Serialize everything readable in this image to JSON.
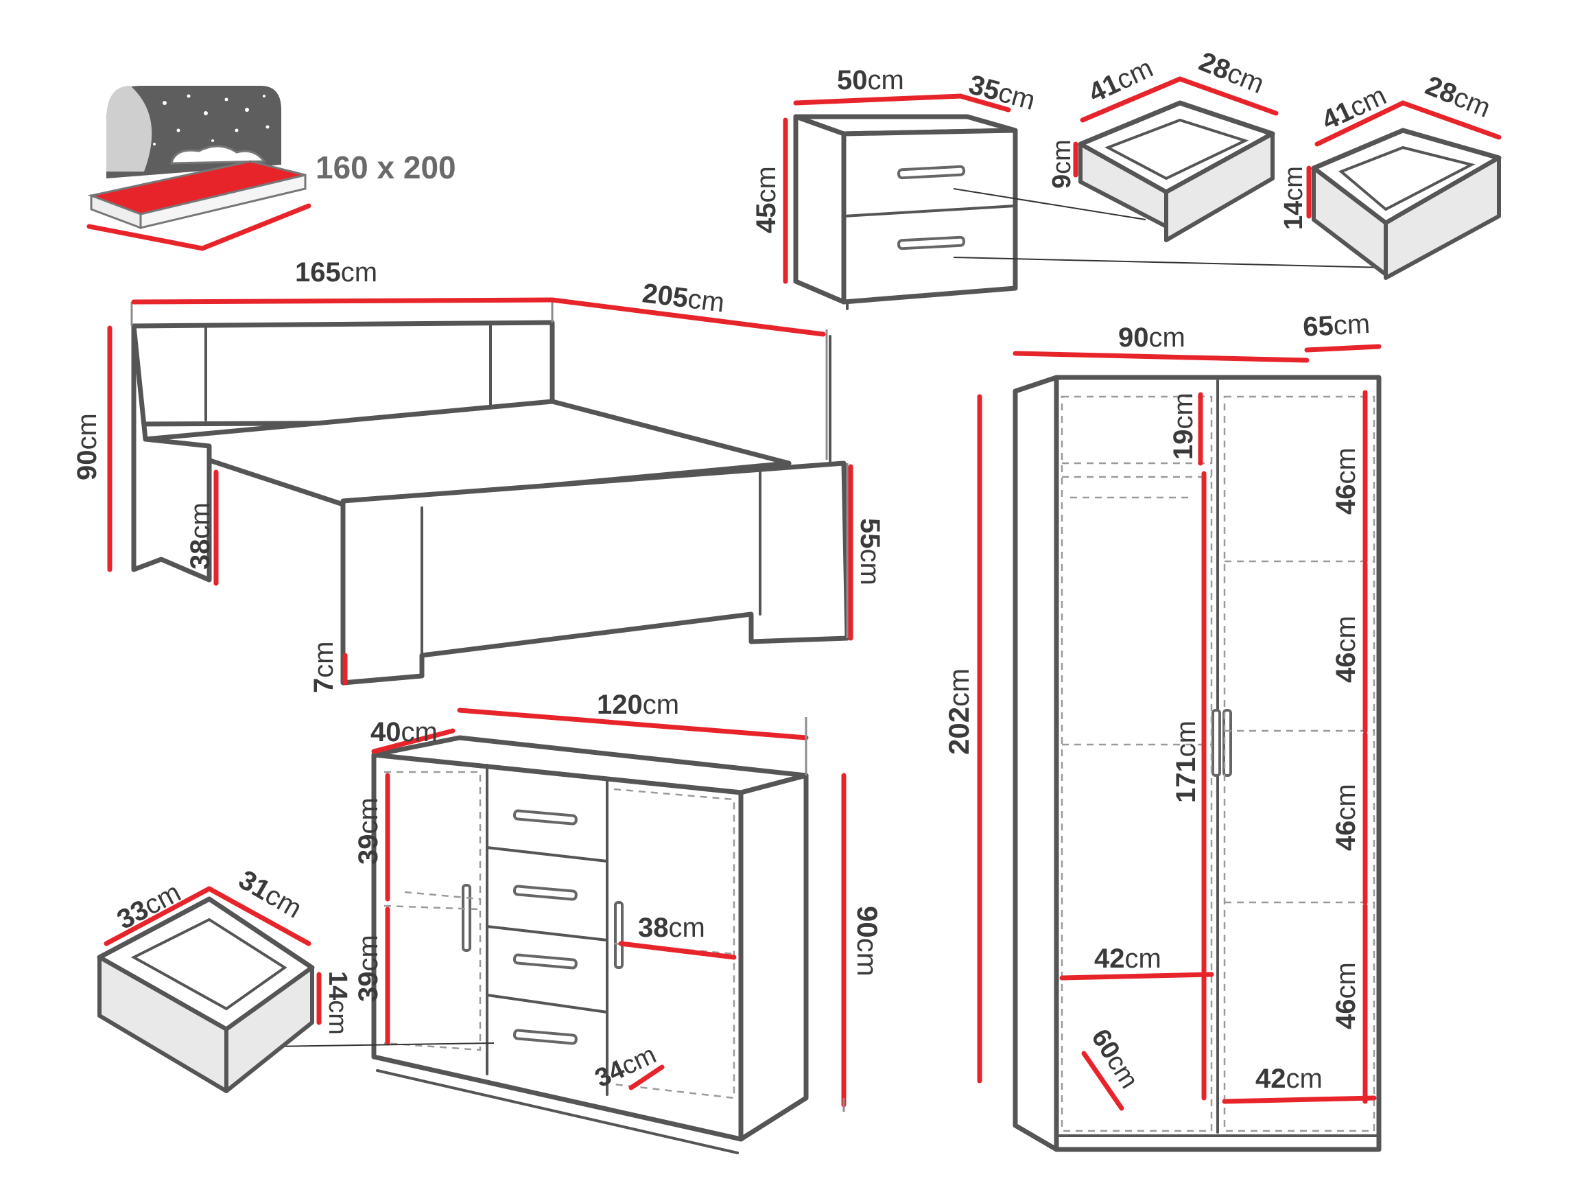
{
  "mattress": {
    "size_label": "160 x 200"
  },
  "bed": {
    "width": "165",
    "length": "205",
    "head_height": "90",
    "frame_height": "38",
    "foot_height": "55",
    "leg_height": "7"
  },
  "nightstand": {
    "width": "50",
    "depth": "35",
    "height": "45",
    "drawer_top": {
      "width": "41",
      "depth": "28",
      "height": "9"
    },
    "drawer_bottom": {
      "width": "41",
      "depth": "28",
      "height": "14"
    }
  },
  "wardrobe": {
    "width": "90",
    "depth": "65",
    "height": "202",
    "top_shelf": "19",
    "hanging": "171",
    "shelves": [
      "46",
      "46",
      "46",
      "46"
    ],
    "inner_width_left": "42",
    "inner_width_right": "42",
    "inner_depth": "60"
  },
  "sideboard": {
    "width": "120",
    "depth": "40",
    "height": "90",
    "shelf_upper": "39",
    "shelf_lower": "39",
    "inner_width": "38",
    "inner_depth": "34",
    "drawer": {
      "width": "33",
      "depth": "31",
      "height": "14"
    }
  },
  "unit": "cm",
  "colors": {
    "dimension_line": "#e8242b",
    "outline": "#555555",
    "fill": "#ffffff"
  }
}
